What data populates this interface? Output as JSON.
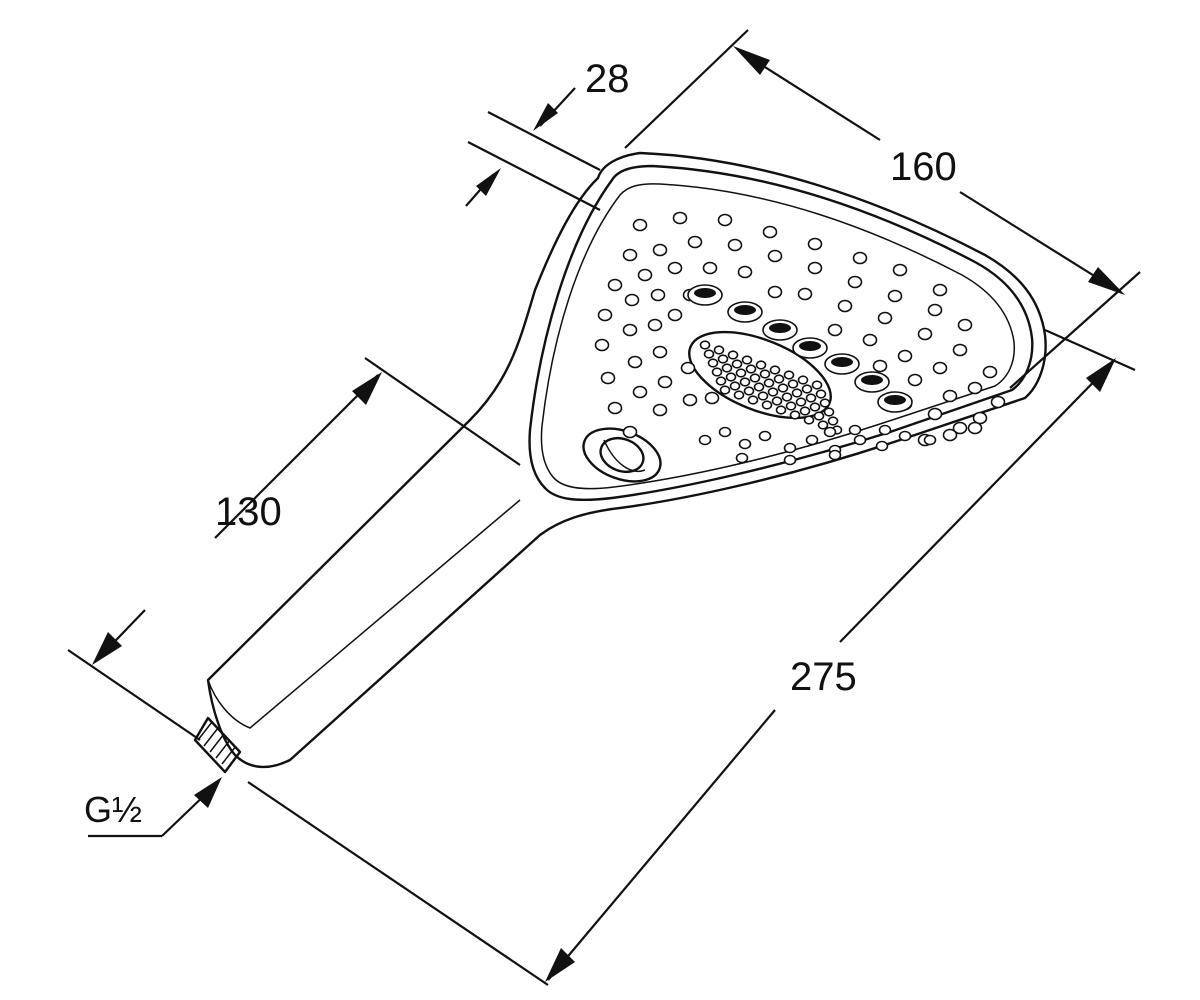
{
  "dimensions": {
    "face_depth": "28",
    "head_width": "160",
    "handle_length": "130",
    "overall_length": "275",
    "thread": "G½"
  },
  "colors": {
    "line": "#111111",
    "background": "#ffffff"
  }
}
